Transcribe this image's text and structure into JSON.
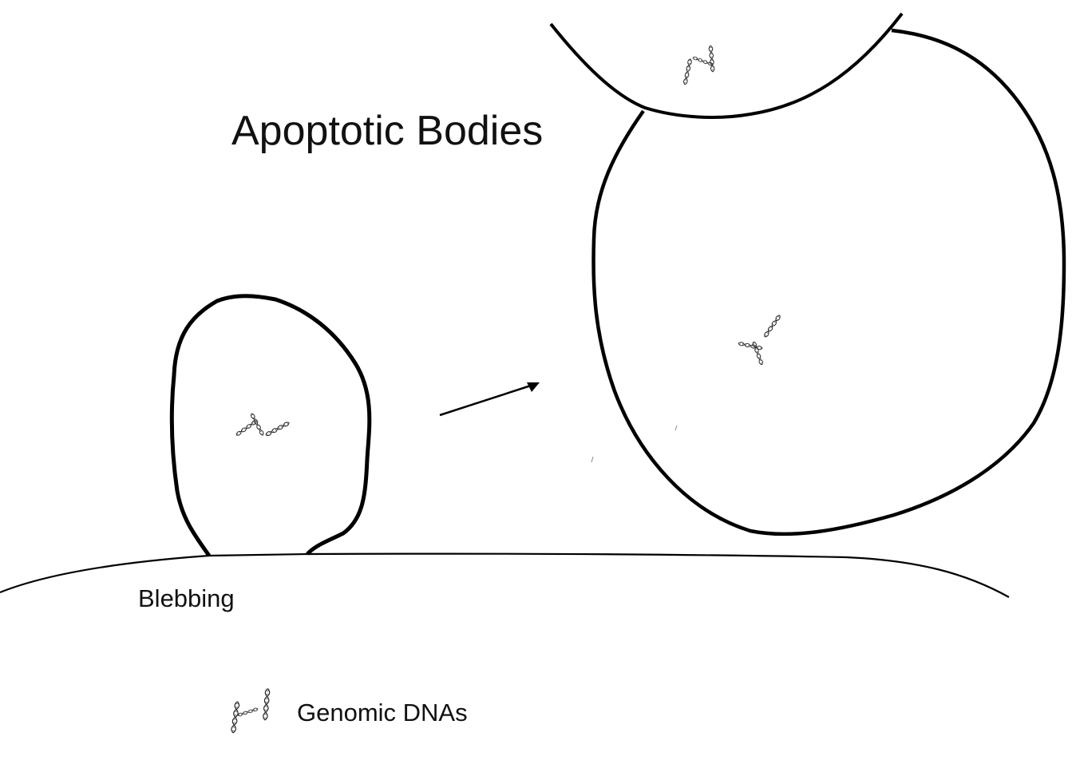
{
  "title": "Apoptotic Bodies",
  "labels": {
    "blebbing": "Blebbing",
    "legend": "Genomic DNAs"
  },
  "icons": {
    "dna": "dna-helix-icon",
    "arrow": "arrow-right-icon"
  },
  "colors": {
    "stroke": "#000000",
    "text": "#111111",
    "background": "#ffffff"
  }
}
